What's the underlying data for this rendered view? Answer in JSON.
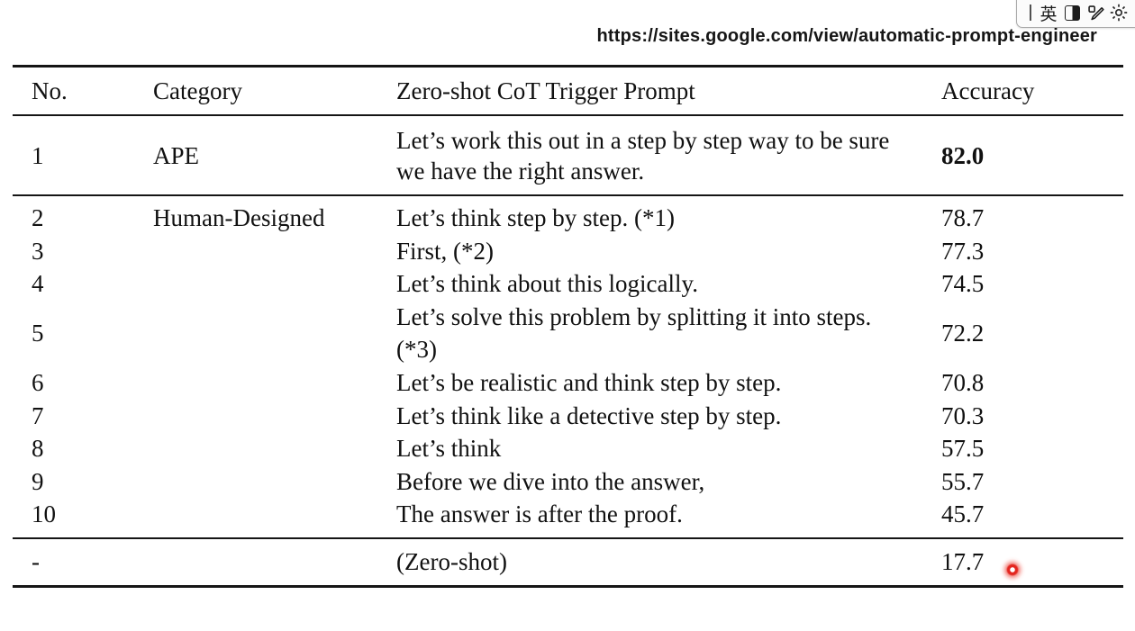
{
  "page": {
    "url_text": "https://sites.google.com/view/automatic-prompt-engineer"
  },
  "ime_bar": {
    "caret": "|",
    "mode_label": "英",
    "icons": [
      "half-width-icon",
      "handwriting-pen-icon",
      "gear-icon"
    ]
  },
  "table": {
    "headers": {
      "no": "No.",
      "category": "Category",
      "prompt": "Zero-shot CoT Trigger Prompt",
      "accuracy": "Accuracy"
    },
    "sections": [
      {
        "name": "ape",
        "rows": [
          {
            "no": "1",
            "category": "APE",
            "prompt": "Let’s work this out in a step by step way to be sure we have the right answer.",
            "accuracy": "82.0",
            "bold": true
          }
        ]
      },
      {
        "name": "human-designed",
        "rows": [
          {
            "no": "2",
            "category": "Human-Designed",
            "prompt": "Let’s think step by step. (*1)",
            "accuracy": "78.7"
          },
          {
            "no": "3",
            "category": "",
            "prompt": "First, (*2)",
            "accuracy": "77.3"
          },
          {
            "no": "4",
            "category": "",
            "prompt": "Let’s think about this logically.",
            "accuracy": "74.5"
          },
          {
            "no": "5",
            "category": "",
            "prompt": "Let’s solve this problem by splitting it into steps. (*3)",
            "accuracy": "72.2"
          },
          {
            "no": "6",
            "category": "",
            "prompt": "Let’s be realistic and think step by step.",
            "accuracy": "70.8"
          },
          {
            "no": "7",
            "category": "",
            "prompt": "Let’s think like a detective step by step.",
            "accuracy": "70.3"
          },
          {
            "no": "8",
            "category": "",
            "prompt": "Let’s think",
            "accuracy": "57.5"
          },
          {
            "no": "9",
            "category": "",
            "prompt": "Before we dive into the answer,",
            "accuracy": "55.7"
          },
          {
            "no": "10",
            "category": "",
            "prompt": "The answer is after the proof.",
            "accuracy": "45.7"
          }
        ]
      },
      {
        "name": "zero-shot-baseline",
        "rows": [
          {
            "no": "-",
            "category": "",
            "prompt": "(Zero-shot)",
            "accuracy": "17.7"
          }
        ]
      }
    ]
  },
  "colors": {
    "rule": "#151515",
    "text": "#111111",
    "laser_red": "#e3261f",
    "ime_border": "#a9a9a9"
  }
}
